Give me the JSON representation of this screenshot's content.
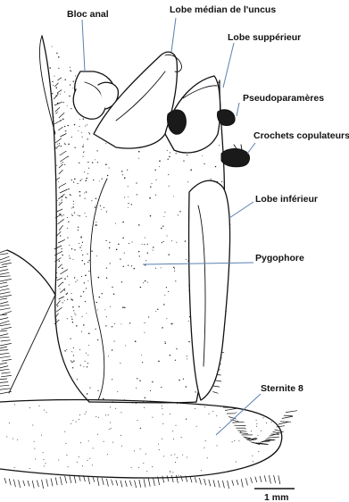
{
  "labels": {
    "bloc_anal": "Bloc anal",
    "lobe_median": "Lobe médian de l'uncus",
    "lobe_superieur": "Lobe suppérieur",
    "pseudoparameres": "Pseudoparamères",
    "crochets": "Crochets copulateurs",
    "lobe_inferieur": "Lobe inférieur",
    "pygophore": "Pygophore",
    "sternite": "Sternite 8"
  },
  "scale": {
    "label": "1 mm"
  },
  "colors": {
    "leader": "#5b7fb0",
    "ink": "#111111",
    "paper": "#ffffff"
  }
}
